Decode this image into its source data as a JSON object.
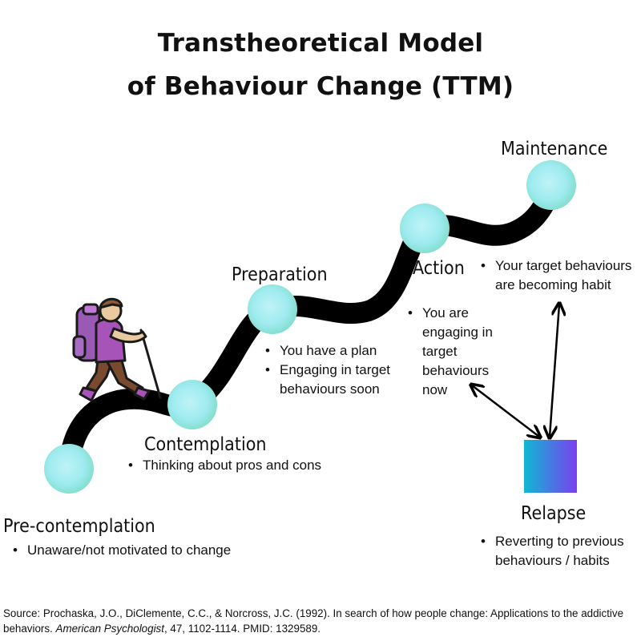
{
  "title": {
    "line1": "Transtheoretical Model",
    "line2": "of Behaviour Change (TTM)"
  },
  "stages": {
    "precontemplation": {
      "label": "Pre-contemplation",
      "bullets": [
        "Unaware/not motivated to change"
      ]
    },
    "contemplation": {
      "label": "Contemplation",
      "bullets": [
        "Thinking about pros and cons"
      ]
    },
    "preparation": {
      "label": "Preparation",
      "bullets": [
        "You have a plan",
        "Engaging in target behaviours soon"
      ]
    },
    "action": {
      "label": "Action",
      "bullets": [
        "You are engaging in target behaviours now"
      ]
    },
    "maintenance": {
      "label": "Maintenance",
      "bullets": [
        "Your target behaviours are becoming habit"
      ]
    },
    "relapse": {
      "label": "Relapse",
      "bullets": [
        "Reverting to previous behaviours / habits"
      ]
    }
  },
  "source": {
    "prefix": "Source: Prochaska, J.O., DiClemente, C.C., & Norcross, J.C. (1992). In search of how people change: Applications to the addictive",
    "line2_start": "behaviors. ",
    "journal": "American Psychologist",
    "line2_end": ", 47, 1102-1114. PMID: 1329589."
  },
  "colors": {
    "path": "#000000",
    "node_gradient": [
      "#a9eef7",
      "#86e3d2"
    ],
    "relapse_gradient": [
      "#0fb4d4",
      "#7a3ef0"
    ],
    "hiker_shirt": "#a654b7",
    "hiker_pack": "#9b59b6",
    "hiker_pants": "#7a4a2e"
  },
  "icons": [
    "hiker-icon",
    "double-arrow-icon"
  ]
}
